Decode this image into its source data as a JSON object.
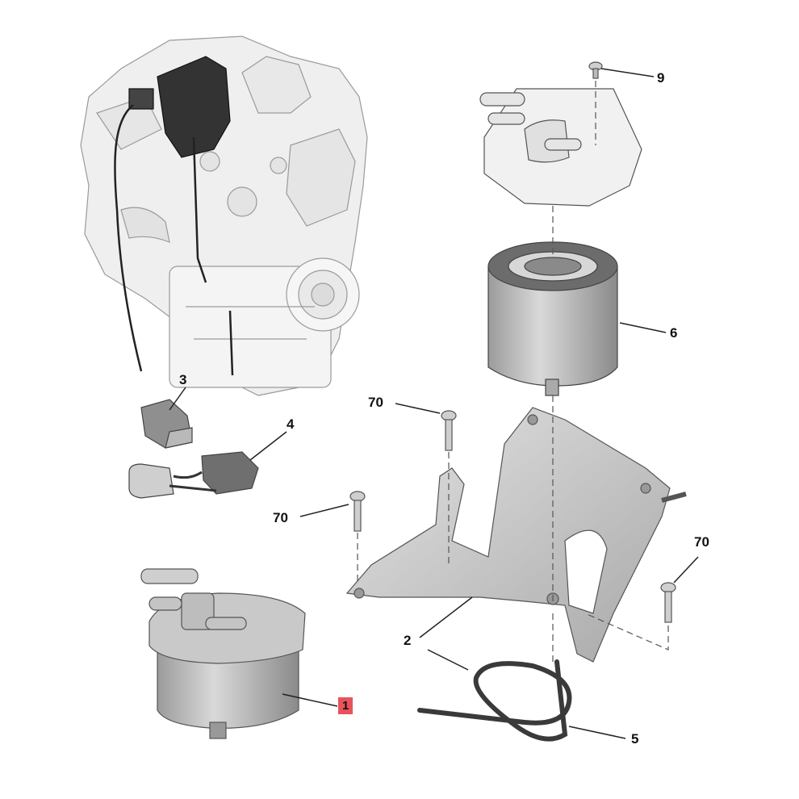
{
  "callouts": {
    "c1": "1",
    "c2": "2",
    "c3": "3",
    "c4": "4",
    "c5": "5",
    "c6": "6",
    "c9": "9",
    "c70a": "70",
    "c70b": "70",
    "c70c": "70"
  },
  "colors": {
    "highlight": "#e8525a",
    "part_fill": "#d8d8d8",
    "part_stroke": "#555555",
    "engine_fill": "#eeeeee",
    "engine_stroke": "#9a9a9a",
    "harness": "#222222"
  }
}
